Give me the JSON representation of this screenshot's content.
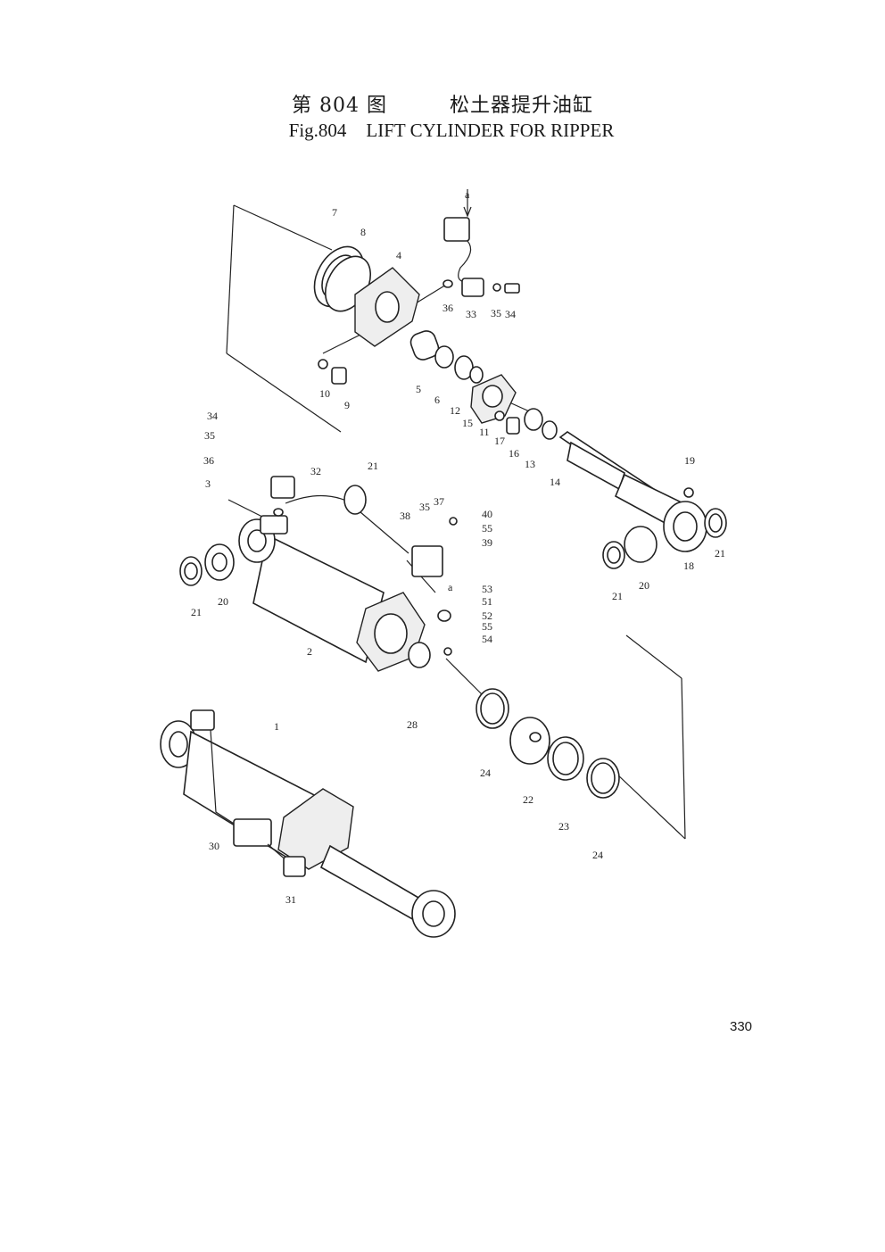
{
  "title": {
    "cn_figure": "第 804 图",
    "cn_name": "松土器提升油缸",
    "en_figure": "Fig.804",
    "en_name": "LIFT CYLINDER FOR RIPPER"
  },
  "page_number": "330",
  "arrow_refs": [
    "a",
    "a"
  ],
  "part_labels": [
    "1",
    "2",
    "3",
    "4",
    "5",
    "6",
    "7",
    "8",
    "9",
    "10",
    "11",
    "12",
    "13",
    "14",
    "15",
    "16",
    "17",
    "18",
    "19",
    "20",
    "20",
    "21",
    "21",
    "21",
    "21",
    "22",
    "23",
    "24",
    "24",
    "28",
    "30",
    "31",
    "32",
    "33",
    "34",
    "34",
    "35",
    "35",
    "35",
    "36",
    "36",
    "37",
    "38",
    "39",
    "40",
    "51",
    "52",
    "53",
    "54",
    "55",
    "55"
  ]
}
